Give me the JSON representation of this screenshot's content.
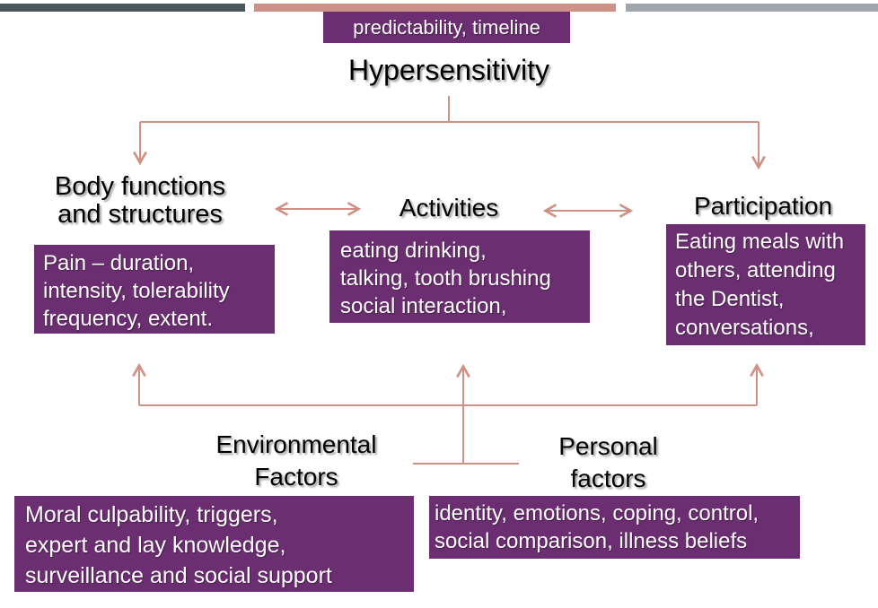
{
  "top_bars": {
    "dark_color": "#4B575C",
    "salmon_color": "#CE9187",
    "light_color": "#9FA6AD"
  },
  "banner": {
    "label": "predictability, timeline",
    "bg_color": "#6B2E71"
  },
  "title": {
    "text": "Hypersensitivity"
  },
  "nodes": {
    "body": {
      "heading": "Body functions\nand structures",
      "detail": "Pain – duration,\nintensity, tolerability\nfrequency, extent."
    },
    "activities": {
      "heading": "Activities",
      "detail": "eating drinking,\ntalking, tooth brushing\nsocial interaction,"
    },
    "participation": {
      "heading": "Participation",
      "detail": "Eating meals with\nothers, attending\nthe Dentist,\nconversations,"
    },
    "environmental": {
      "heading": "Environmental\nFactors",
      "detail": "Moral culpability, triggers,\nexpert and lay knowledge,\nsurveillance and social support"
    },
    "personal": {
      "heading": "Personal\nfactors",
      "detail": "identity, emotions, coping, control,\nsocial comparison, illness beliefs"
    }
  },
  "colors": {
    "box_purple": "#6B2E71",
    "connector_salmon": "#CF9183",
    "text_white": "#FFFFFF",
    "heading_black": "#000000"
  }
}
